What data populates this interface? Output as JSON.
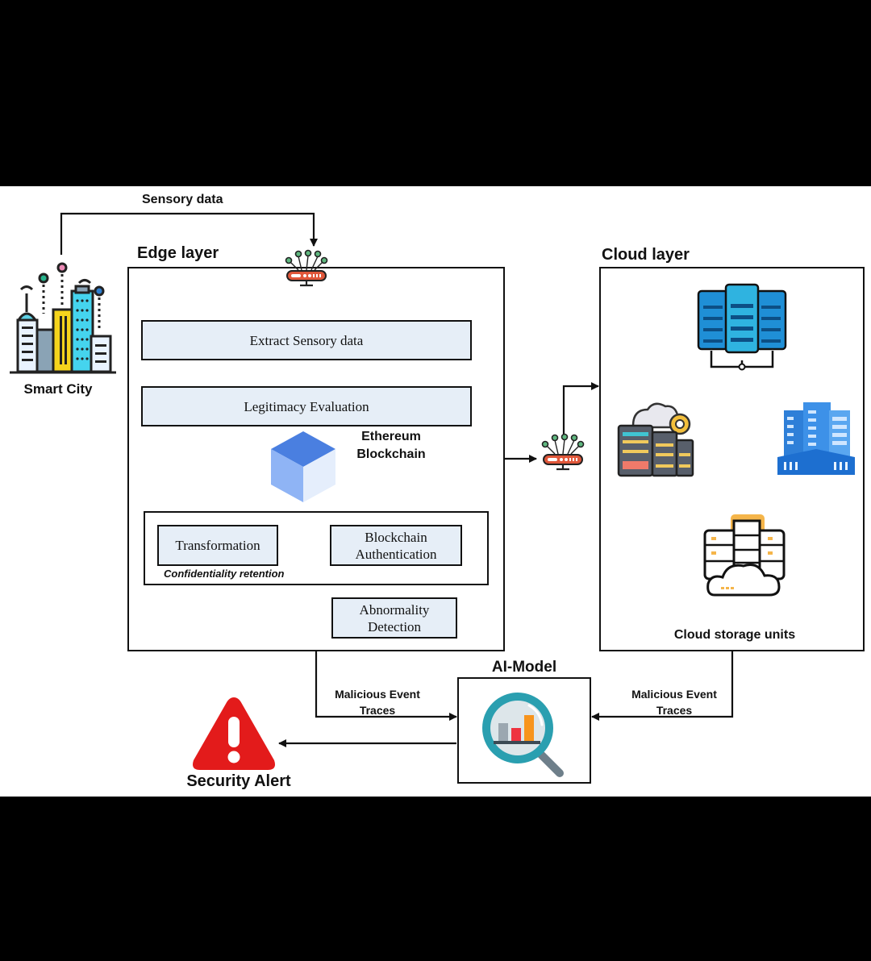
{
  "diagram": {
    "source": {
      "label": "Smart City",
      "icon": "smart-city-icon"
    },
    "flows": {
      "sensory_data": "Sensory data",
      "malicious_left": [
        "Malicious Event",
        "Traces"
      ],
      "malicious_right": [
        "Malicious Event",
        "Traces"
      ]
    },
    "edge_layer": {
      "title": "Edge layer",
      "steps": {
        "extract": "Extract Sensory data",
        "legitimacy": "Legitimacy Evaluation",
        "blockchain_label": [
          "Ethereum",
          "Blockchain"
        ],
        "blockchain_auth": [
          "Blockchain",
          "Authentication"
        ],
        "transformation": "Transformation",
        "confidentiality": "Confidentiality retention",
        "abnormality": [
          "Abnormality",
          "Detection"
        ]
      }
    },
    "cloud_layer": {
      "title": "Cloud layer",
      "storage_label": "Cloud storage units"
    },
    "ai_model": {
      "title": "AI-Model"
    },
    "alert": {
      "label": "Security Alert"
    },
    "colors": {
      "box_fill": "#e6eef7",
      "router_red": "#e0573a",
      "alert_red": "#e31b1b",
      "cube_blue": "#4a7fe0",
      "server_blue": "#1f8fd6"
    }
  }
}
